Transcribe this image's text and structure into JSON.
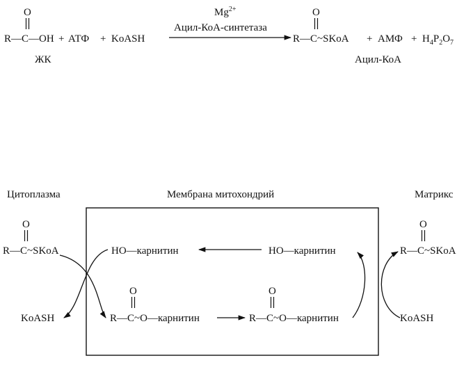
{
  "reaction": {
    "left_acid": "R—C—OH",
    "plus1": "+",
    "atp": "АТФ",
    "plus2": "+",
    "koash": "KoASH",
    "zhk": "ЖК",
    "catalyst": "Mg",
    "catalyst_charge": "2+",
    "enzyme": "Ацил-КоА-синтетаза",
    "product": "R—C~SKoA",
    "plus3": "+",
    "amp": "АМФ",
    "plus4": "+",
    "ppi_h": "H",
    "ppi_h_sub": "4",
    "ppi_p": "P",
    "ppi_p_sub": "2",
    "ppi_o": "O",
    "ppi_o_sub": "7",
    "acyl_coa": "Ацил-КоА",
    "oxygen": "O"
  },
  "headers": {
    "cytoplasm": "Цитоплазма",
    "membrane": "Мембрана митохондрий",
    "matrix": "Матрикс"
  },
  "transport": {
    "left_acyl_coa": "R—C~SKoA",
    "left_koash": "KoASH",
    "inner_ho_left": "HO—карнитин",
    "inner_ho_right": "HO—карнитин",
    "ester_left": "R—C~O—карнитин",
    "ester_right": "R—C~O—карнитин",
    "right_acyl_coa": "R—C~SKoA",
    "right_koash": "KoASH",
    "oxygen": "O"
  }
}
